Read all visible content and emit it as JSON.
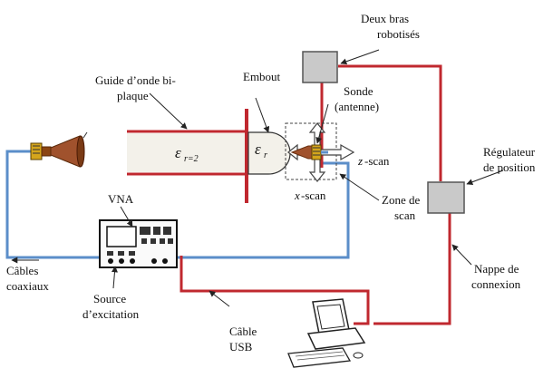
{
  "diagram": {
    "labels": {
      "deux_bras": [
        "Deux bras",
        "robotisés"
      ],
      "guide": [
        "Guide d’onde bi-",
        "plaque"
      ],
      "embout": "Embout",
      "sonde": [
        "Sonde",
        "(antenne)"
      ],
      "regulateur": [
        "Régulateur",
        "de position"
      ],
      "z_scan": "-scan",
      "z_var": "z",
      "x_scan": "-scan",
      "x_var": "x",
      "zone": [
        "Zone de",
        "scan"
      ],
      "vna": "VNA",
      "cables": [
        "Câbles",
        "coaxiaux"
      ],
      "source": [
        "Source",
        "d’excitation"
      ],
      "cable_usb": [
        "Câble",
        "USB"
      ],
      "nappe": [
        "Nappe de",
        "connexion"
      ]
    },
    "permittivity": {
      "guide_symbol": "ε",
      "guide_sub": "r=2",
      "tip_symbol": "ε",
      "tip_sub": "r"
    },
    "colors": {
      "cable_red": "#c0282f",
      "cable_blue": "#5b8ec9",
      "guide_fill": "#f3f1ea",
      "box_gray": "#c9c9c9",
      "probe_brown": "#a0522d",
      "connector_yellow": "#d4a51c"
    }
  }
}
